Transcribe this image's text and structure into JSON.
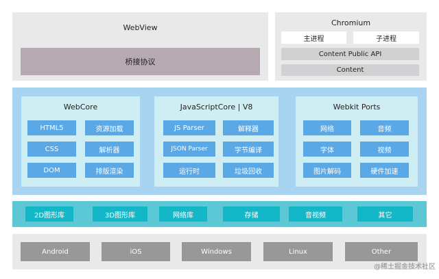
{
  "webview": {
    "title": "WebView",
    "bridge": "桥接协议"
  },
  "chromium": {
    "title": "Chromium",
    "main_process": "主进程",
    "sub_process": "子进程",
    "content_public_api": "Content Public API",
    "content": "Content"
  },
  "webcore": {
    "title": "WebCore",
    "items": [
      "HTML5",
      "资源加载",
      "CSS",
      "解析器",
      "DOM",
      "排版渲染"
    ]
  },
  "jscore": {
    "title": "JavaScriptCore | V8",
    "items": [
      "JS Parser",
      "解释器",
      "JSON Parser",
      "字节编译",
      "运行时",
      "垃圾回收"
    ]
  },
  "ports": {
    "title": "Webkit Ports",
    "items": [
      "网络",
      "音频",
      "字体",
      "视频",
      "图片解码",
      "硬件加速"
    ]
  },
  "libs": [
    "2D图形库",
    "3D图形库",
    "网络库",
    "存储",
    "音视频",
    "其它"
  ],
  "os": [
    "Android",
    "iOS",
    "Windows",
    "Linux",
    "Other"
  ],
  "watermark": "@稀土掘金技术社区"
}
